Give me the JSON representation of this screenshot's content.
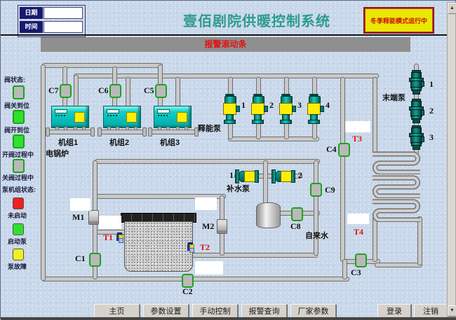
{
  "header": {
    "date_label": "日期",
    "time_label": "时间",
    "date_value": "",
    "time_value": "",
    "title": "壹佰剧院供暖控制系统",
    "mode_button": "冬季释能模式运行中"
  },
  "alarm": {
    "text": "报警滚动条"
  },
  "legend": {
    "valve_title": "阀状态:",
    "valve_items": [
      {
        "label": "阀关到位",
        "color": "#b9b9b9"
      },
      {
        "label": "阀开到位",
        "color": "#2fe02f"
      },
      {
        "label": "开阀过程中",
        "color": "#2fe02f"
      },
      {
        "label": "关阀过程中",
        "color": "#b9b9b9"
      }
    ],
    "pump_title": "泵机组状态:",
    "pump_items": [
      {
        "label": "未启动",
        "color": "#ee2020"
      },
      {
        "label": "启动泵",
        "color": "#2fe02f"
      },
      {
        "label": "泵故障",
        "color": "#f0f020"
      }
    ]
  },
  "diagram": {
    "boiler_group_label": "电锅炉",
    "boilers": [
      {
        "label": "机组1"
      },
      {
        "label": "机组2"
      },
      {
        "label": "机组3"
      }
    ],
    "valves": {
      "c1": "C1",
      "c2": "C2",
      "c3": "C3",
      "c4": "C4",
      "c5": "C5",
      "c6": "C6",
      "c7": "C7",
      "c8": "C8",
      "c9": "C9"
    },
    "temps": {
      "t1": "T1",
      "t2": "T2",
      "t3": "T3",
      "t4": "T4"
    },
    "meters": {
      "m1": "M1",
      "m2": "M2"
    },
    "release_pumps": {
      "label": "释能泵",
      "ids": [
        "1",
        "2",
        "3",
        "4"
      ]
    },
    "makeup_pumps": {
      "label": "补水泵",
      "ids": [
        "1",
        "2"
      ]
    },
    "terminal_pumps": {
      "label": "末端泵",
      "ids": [
        "1",
        "2",
        "3"
      ]
    },
    "tap_water_label": "自来水"
  },
  "nav": {
    "buttons": [
      "主页",
      "参数设置",
      "手动控制",
      "报警查询",
      "厂家参数"
    ],
    "login": "登录",
    "logout": "注销"
  },
  "window": {
    "scroll_up": "▲",
    "scroll_down": "▼"
  },
  "colors": {
    "title_teal": "#2e9b8f",
    "alarm_text_red": "#e01111",
    "mode_yellow": "#e8e800",
    "valve_border_green": "#1fa11f",
    "pump_yellow": "#ffee00",
    "boiler_teal": "#00b8b8",
    "background_blue": "#c9d8ea"
  }
}
